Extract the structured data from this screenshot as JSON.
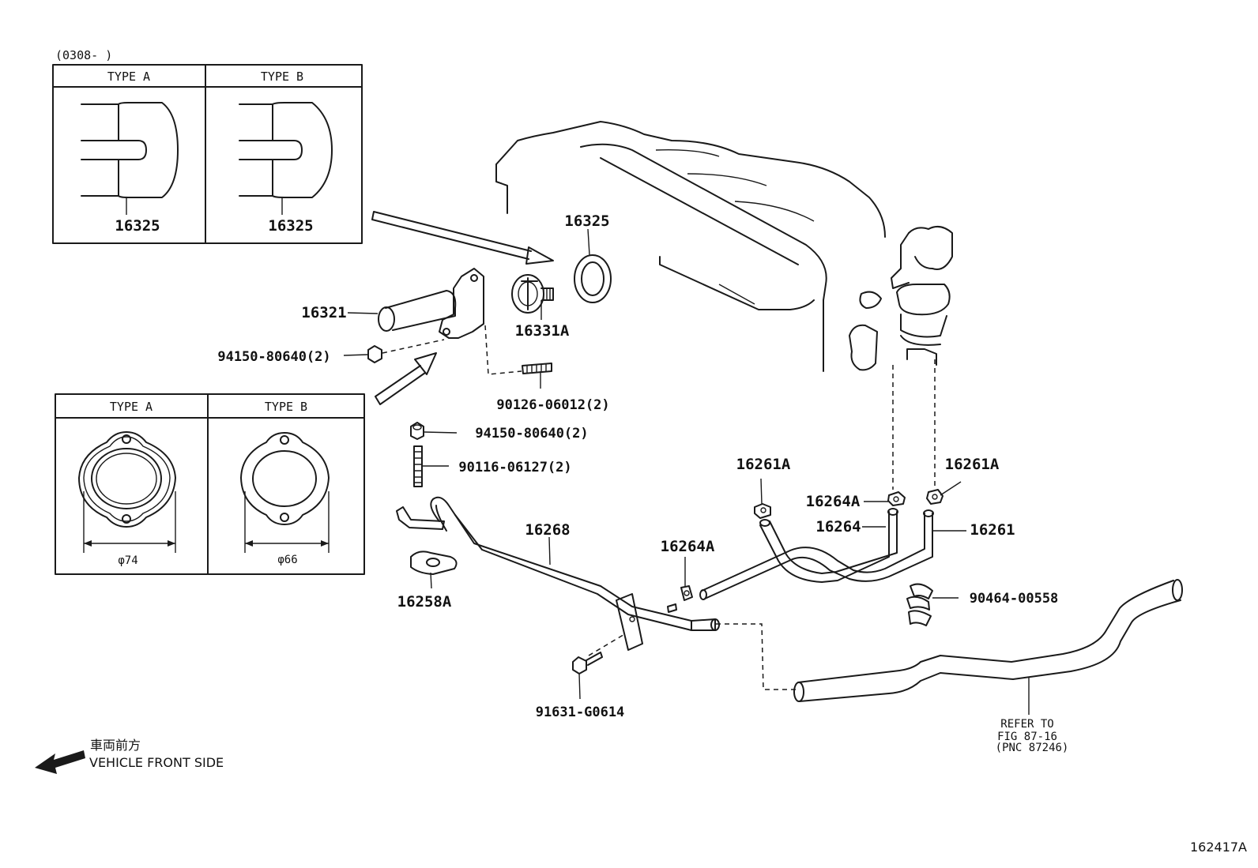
{
  "date_range": "(0308-      )",
  "top_table": {
    "headers": [
      "TYPE A",
      "TYPE B"
    ],
    "labels": [
      "16325",
      "16325"
    ]
  },
  "bottom_table": {
    "headers": [
      "TYPE A",
      "TYPE B"
    ],
    "diameters": [
      "φ74",
      "φ66"
    ]
  },
  "parts": {
    "p16325": "16325",
    "p16321": "16321",
    "p16331A": "16331A",
    "p94150_top": "94150-80640(2)",
    "p90126": "90126-06012(2)",
    "p94150_mid": "94150-80640(2)",
    "p90116": "90116-06127(2)",
    "p16268": "16268",
    "p16258A": "16258A",
    "p91631": "91631-G0614",
    "p16264A_lower": "16264A",
    "p16261A_left": "16261A",
    "p16264A_upper": "16264A",
    "p16264": "16264",
    "p16261A_right": "16261A",
    "p16261": "16261",
    "p90464": "90464-00558"
  },
  "refer": {
    "line1": "REFER TO",
    "line2": "FIG 87-16",
    "line3": "(PNC 87246)"
  },
  "vehicle_front": {
    "jp": "車両前方",
    "en": "VEHICLE FRONT SIDE"
  },
  "figure_id": "162417A"
}
